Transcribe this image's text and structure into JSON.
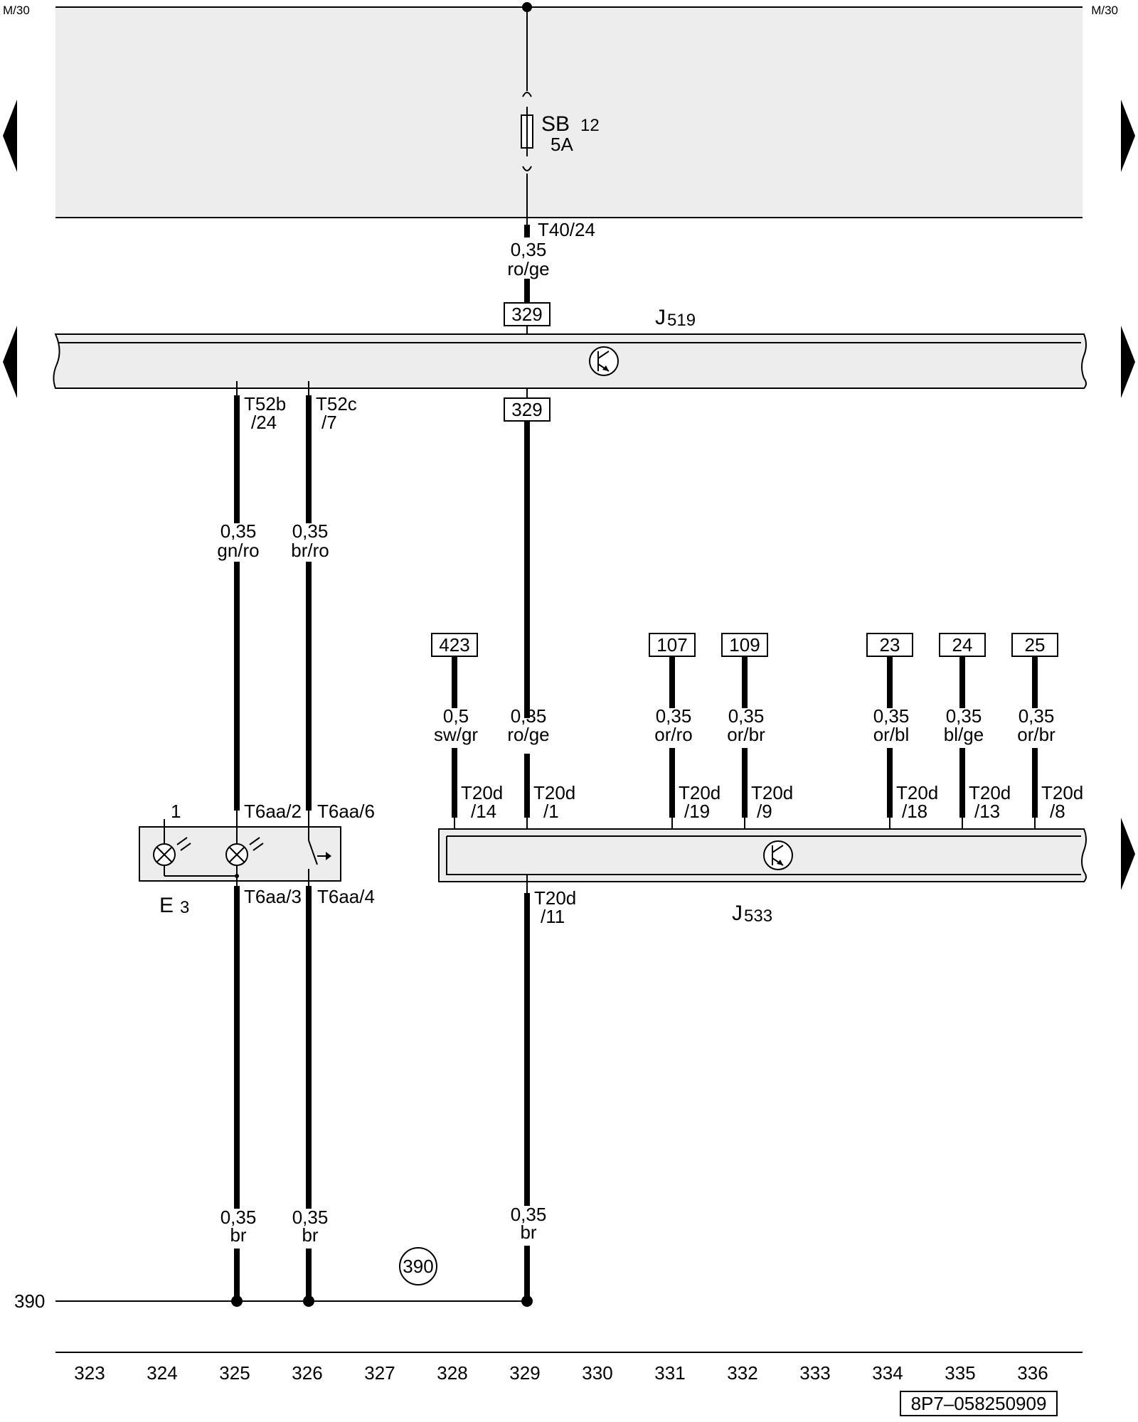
{
  "sheet": {
    "mark_left": "M/30",
    "mark_right": "M/30",
    "drawing_number": "8P7–058250909",
    "ground_bus_label": "390",
    "ground_ref_circle": "390",
    "columns": [
      "323",
      "324",
      "325",
      "326",
      "327",
      "328",
      "329",
      "330",
      "331",
      "332",
      "333",
      "334",
      "335",
      "336"
    ]
  },
  "fuse": {
    "name": "SB",
    "number": "12",
    "rating": "5A",
    "connector": "T40/24",
    "wire_size": "0,35",
    "wire_color": "ro/ge"
  },
  "j519": {
    "letter": "J",
    "number": "519",
    "ref_top": "329",
    "ref_bottom": "329",
    "pins": [
      {
        "line1": "T52b",
        "line2": "/24",
        "size": "0,35",
        "color": "gn/ro",
        "bottom_size": "0,35",
        "bottom_color": "br"
      },
      {
        "line1": "T52c",
        "line2": "/7",
        "size": "0,35",
        "color": "br/ro",
        "bottom_size": "0,35",
        "bottom_color": "br"
      }
    ]
  },
  "e3": {
    "letter": "E",
    "number": "3",
    "lamp_label": "1",
    "pin_top_a": "T6aa/2",
    "pin_top_b": "T6aa/6",
    "pin_bottom_a": "T6aa/3",
    "pin_bottom_b": "T6aa/4"
  },
  "j533": {
    "letter": "J",
    "number": "533",
    "bottom_pin_line1": "T20d",
    "bottom_pin_line2": "/11",
    "bottom_size": "0,35",
    "bottom_color": "br",
    "wires": [
      {
        "ref": "423",
        "size": "0,5",
        "color": "sw/gr",
        "pin1": "T20d",
        "pin2": "/14"
      },
      {
        "ref": "",
        "size": "0,35",
        "color": "ro/ge",
        "pin1": "T20d",
        "pin2": "/1"
      },
      {
        "ref": "107",
        "size": "0,35",
        "color": "or/ro",
        "pin1": "T20d",
        "pin2": "/19"
      },
      {
        "ref": "109",
        "size": "0,35",
        "color": "or/br",
        "pin1": "T20d",
        "pin2": "/9"
      },
      {
        "ref": "23",
        "size": "0,35",
        "color": "or/bl",
        "pin1": "T20d",
        "pin2": "/18"
      },
      {
        "ref": "24",
        "size": "0,35",
        "color": "bl/ge",
        "pin1": "T20d",
        "pin2": "/13"
      },
      {
        "ref": "25",
        "size": "0,35",
        "color": "or/br",
        "pin1": "T20d",
        "pin2": "/8"
      }
    ]
  },
  "icons": [
    "nav-arrow-left-icon",
    "nav-arrow-right-icon",
    "transistor-icon",
    "lamp-icon",
    "switch-icon",
    "fuse-icon"
  ]
}
